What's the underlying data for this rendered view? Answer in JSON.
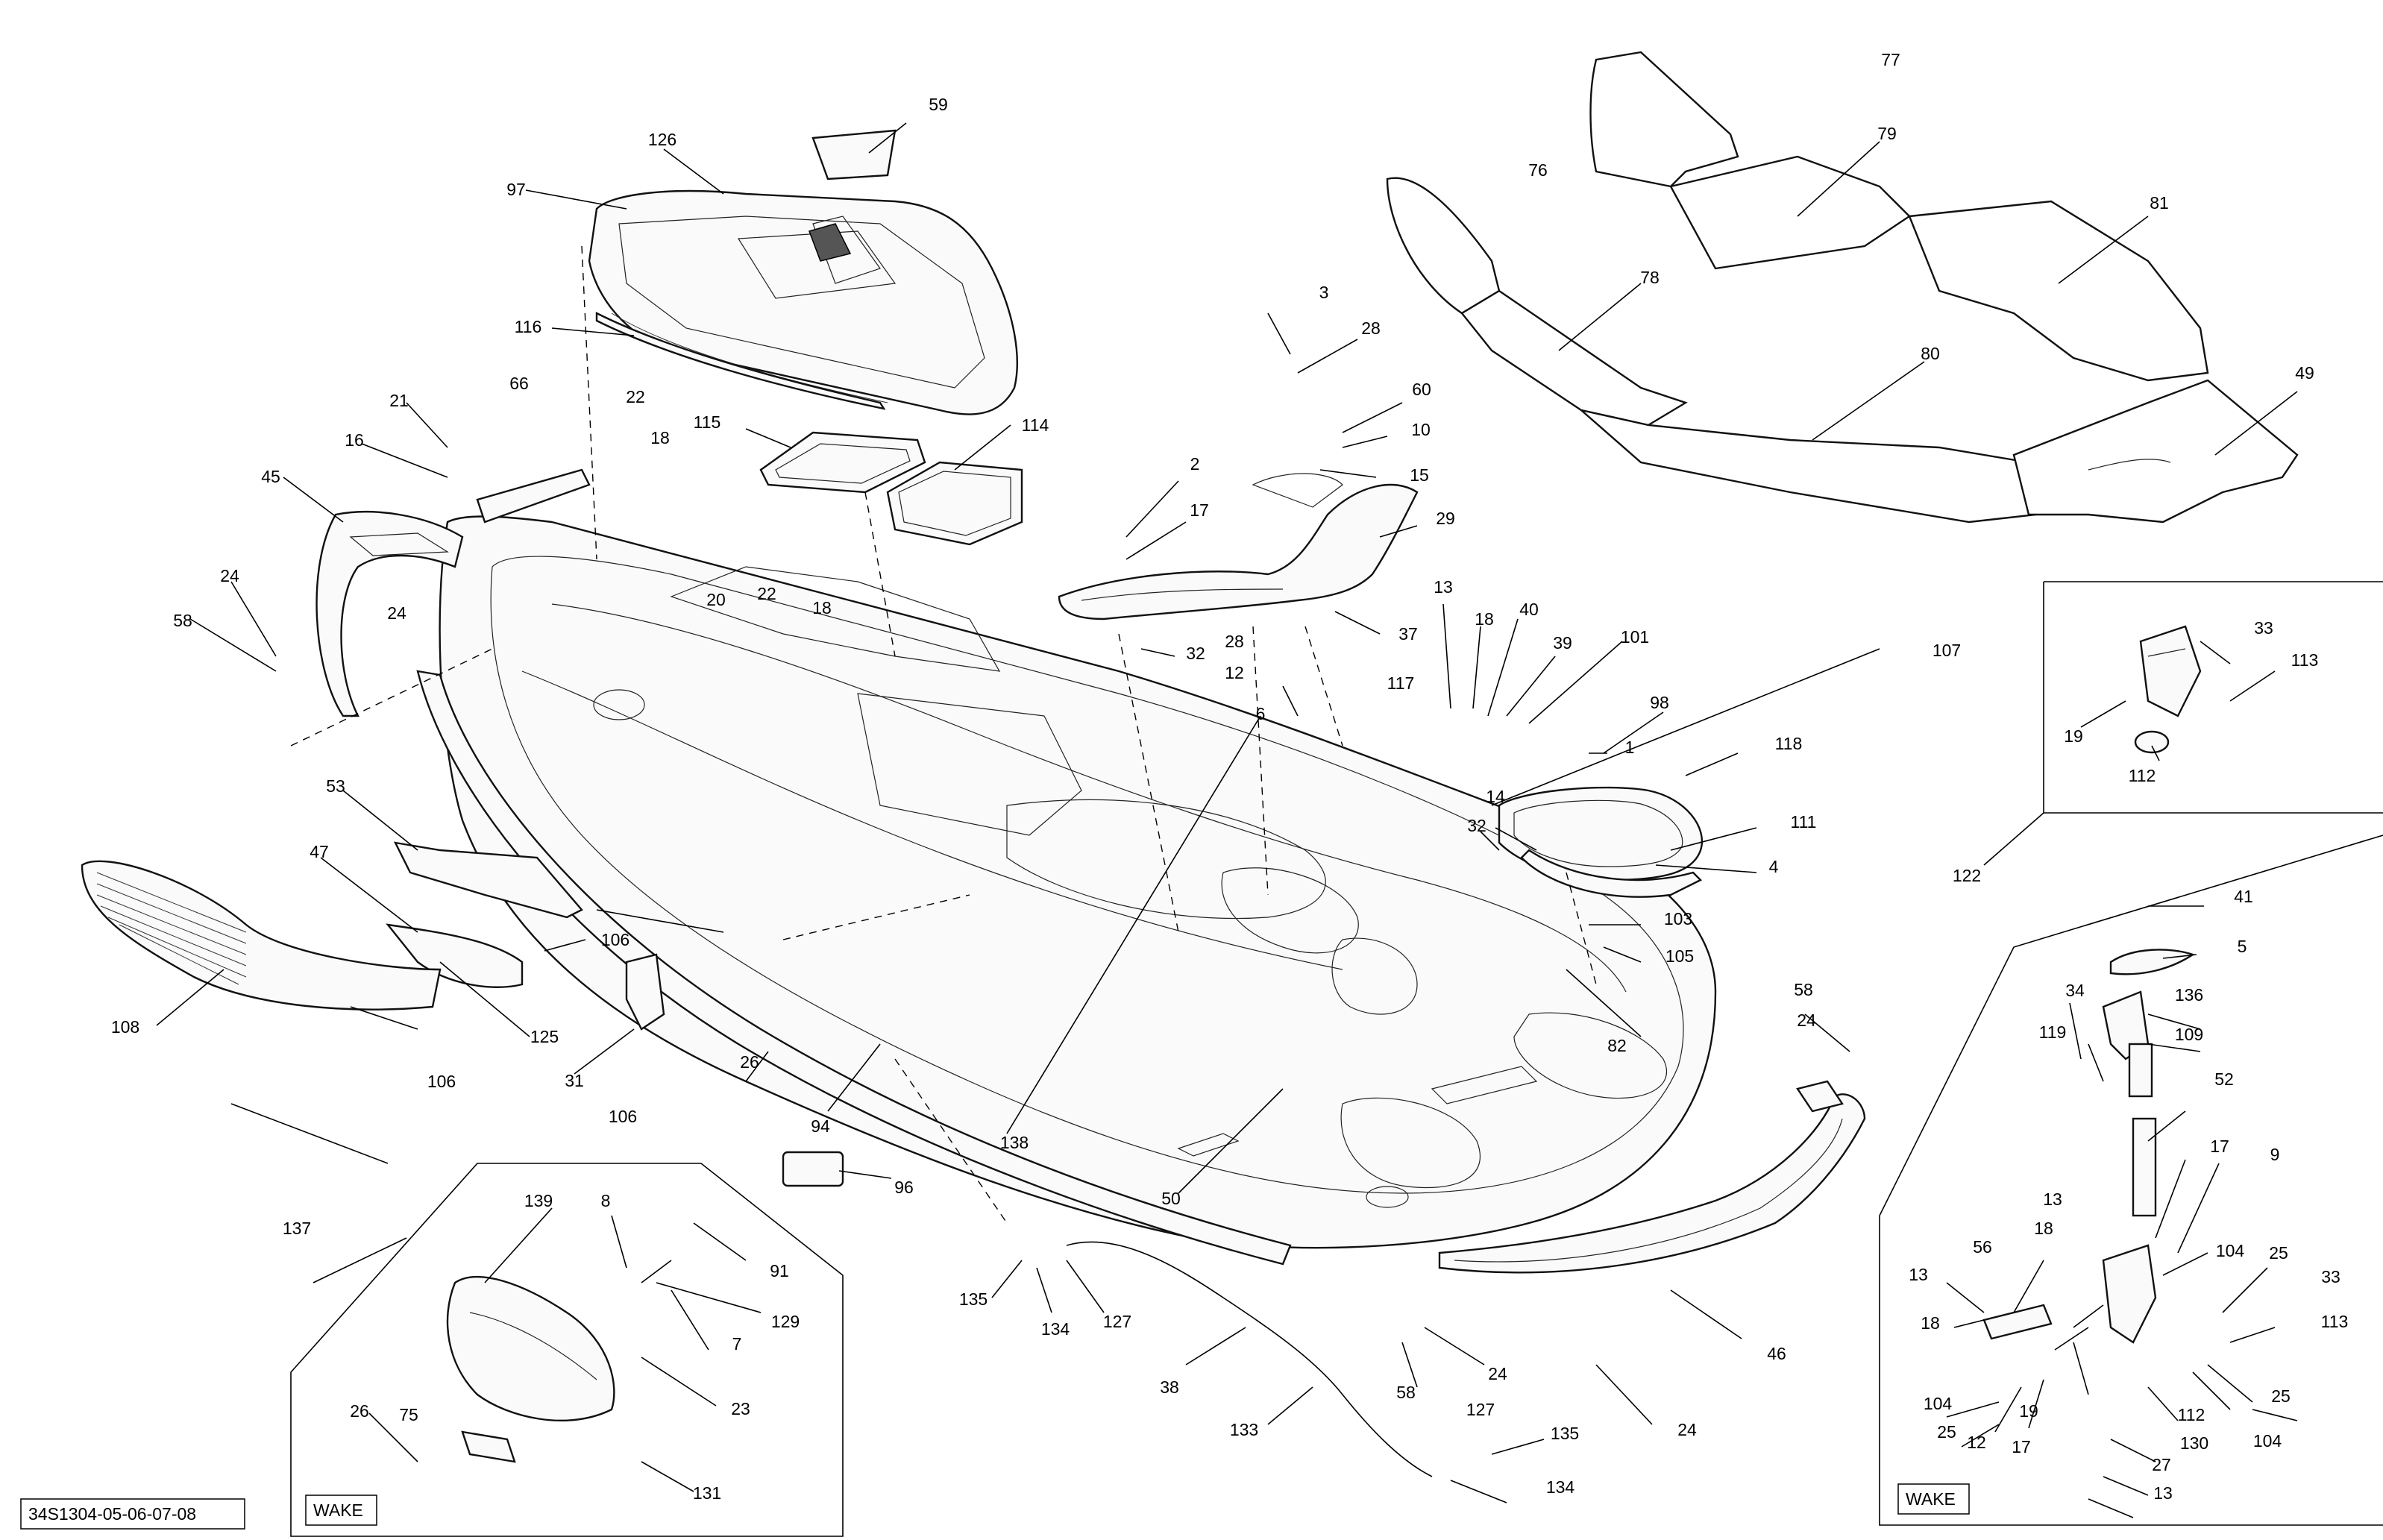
{
  "diagram_id": "34S1304-05-06-07-08",
  "variant_labels": [
    "WAKE",
    "WAKE"
  ],
  "part_numbers": [
    "59",
    "126",
    "97",
    "116",
    "115",
    "114",
    "21",
    "66",
    "16",
    "22",
    "18",
    "45",
    "24",
    "58",
    "20",
    "53",
    "47",
    "108",
    "106",
    "125",
    "31",
    "26",
    "94",
    "96",
    "139",
    "8",
    "137",
    "91",
    "129",
    "7",
    "23",
    "75",
    "131",
    "3",
    "28",
    "60",
    "10",
    "15",
    "2",
    "17",
    "29",
    "13",
    "40",
    "39",
    "101",
    "37",
    "32",
    "12",
    "6",
    "117",
    "98",
    "1",
    "118",
    "14",
    "111",
    "4",
    "107",
    "103",
    "105",
    "82",
    "138",
    "50",
    "135",
    "134",
    "127",
    "38",
    "133",
    "46",
    "77",
    "79",
    "76",
    "81",
    "78",
    "80",
    "49",
    "33",
    "113",
    "19",
    "112",
    "122",
    "41",
    "5",
    "136",
    "109",
    "119",
    "34",
    "52",
    "9",
    "56",
    "104",
    "25",
    "130",
    "27"
  ],
  "colors": {
    "line": "#000000",
    "background": "#ffffff",
    "fill": "#fafafa",
    "dark": "#555555"
  }
}
